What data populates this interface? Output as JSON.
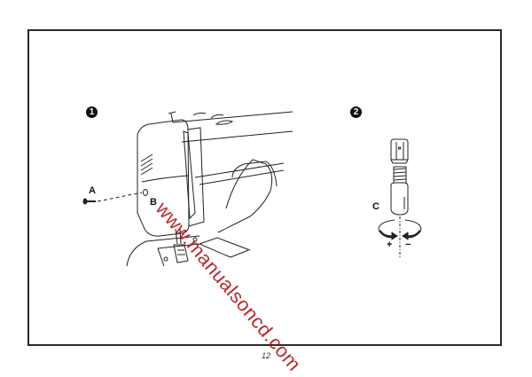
{
  "page": {
    "number": "12",
    "frame_color": "#2a2a2a"
  },
  "figure1": {
    "step": "1",
    "labels": {
      "a": "A",
      "b": "B"
    },
    "description": "Sewing machine head with screw A removed from hole B"
  },
  "figure2": {
    "step": "2",
    "labels": {
      "c": "C",
      "plus": "+",
      "minus": "−"
    },
    "description": "Light bulb C with cap, rotation arrows"
  },
  "watermark": {
    "text": "www.manualsoncd.com",
    "color": "#b0161c"
  }
}
